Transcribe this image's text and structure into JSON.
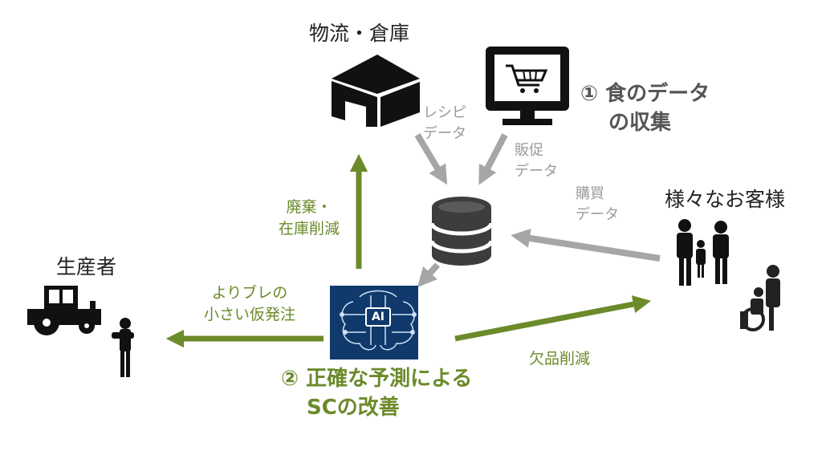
{
  "nodes": {
    "warehouse": "物流・倉庫",
    "customers": "様々なお客様",
    "producers": "生産者"
  },
  "flows": {
    "recipe_data": [
      "レシピ",
      "データ"
    ],
    "sales_promo_data": [
      "販促",
      "データ"
    ],
    "purchase_data": [
      "購買",
      "データ"
    ],
    "waste_reduction": [
      "廃棄・",
      "在庫削減"
    ],
    "ordering": [
      "よりブレの",
      "小さい仮発注"
    ],
    "stockout_reduction": "欠品削減"
  },
  "steps": {
    "step1": [
      "① 食のデータ",
      "の収集"
    ],
    "step2": [
      "② 正確な予測による",
      "SCの改善"
    ]
  },
  "ai_badge": "AI",
  "colors": {
    "green": "#6b8a2a",
    "gray_arrow": "#a6a6a6",
    "ai_bg": "#0f3a6b"
  }
}
